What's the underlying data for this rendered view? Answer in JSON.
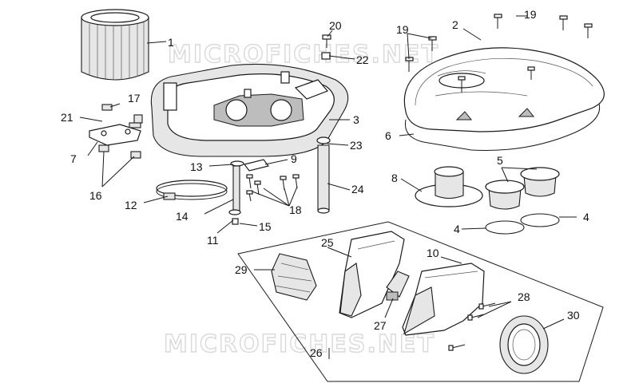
{
  "watermark": "MICROFICHES.NET",
  "labels": {
    "l1": "1",
    "l2": "2",
    "l3": "3",
    "l4a": "4",
    "l4b": "4",
    "l5": "5",
    "l6": "6",
    "l7": "7",
    "l8": "8",
    "l9": "9",
    "l10": "10",
    "l11": "11",
    "l12": "12",
    "l13": "13",
    "l14": "14",
    "l15": "15",
    "l16": "16",
    "l17": "17",
    "l18": "18",
    "l19a": "19",
    "l19b": "19",
    "l20": "20",
    "l21": "21",
    "l22": "22",
    "l23": "23",
    "l24": "24",
    "l25": "25",
    "l26": "26",
    "l27": "27",
    "l28": "28",
    "l29": "29",
    "l30": "30"
  }
}
